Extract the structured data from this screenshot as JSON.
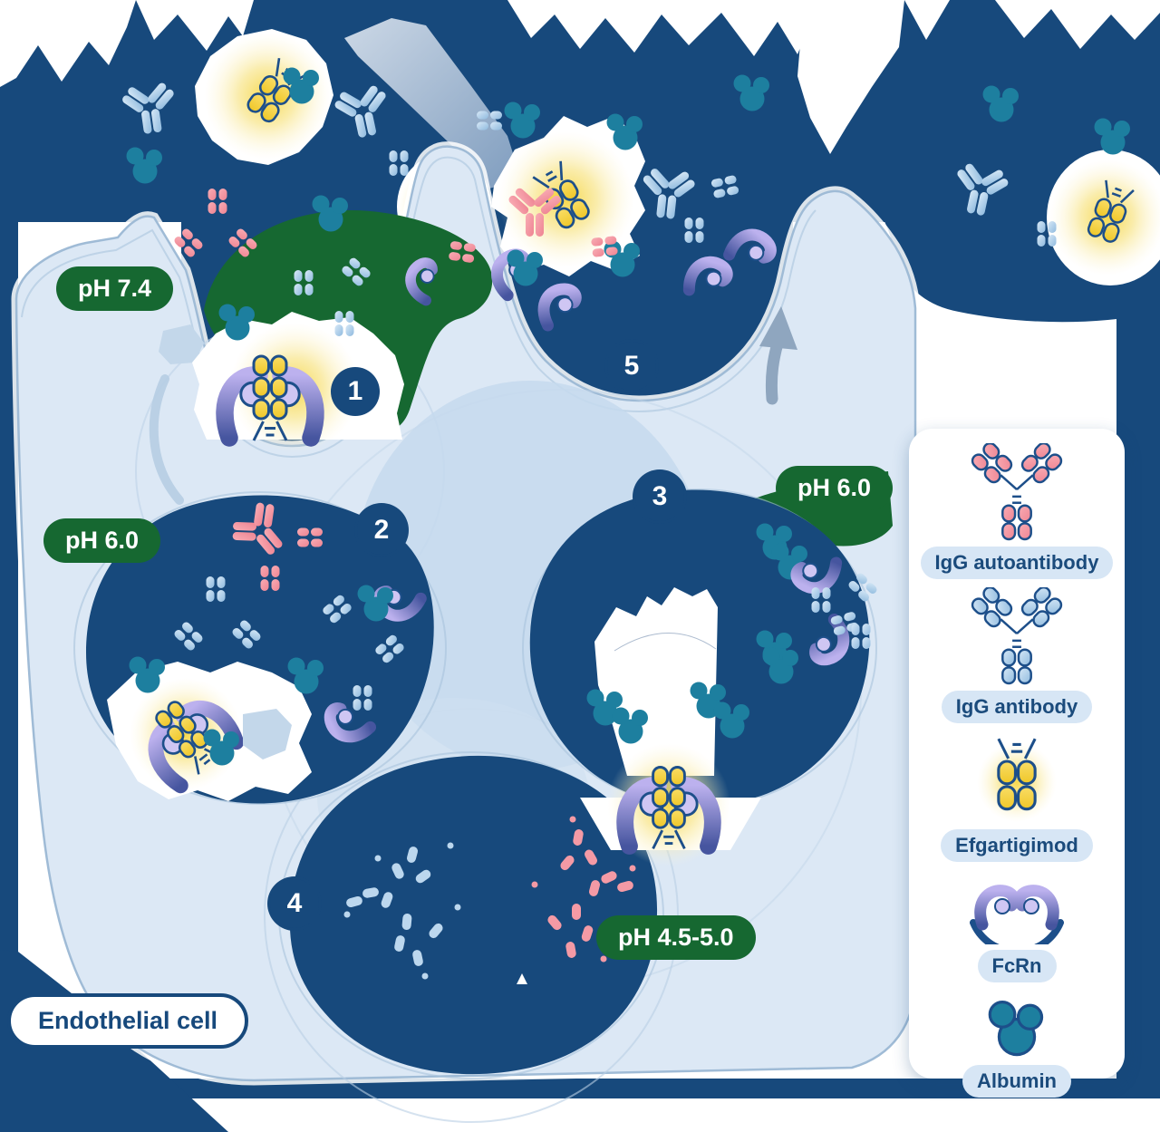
{
  "figure": {
    "cell_label": "Endothelial cell",
    "ph_labels": [
      {
        "step": 1,
        "text": "pH 7.4"
      },
      {
        "step": 2,
        "text": "pH 6.0"
      },
      {
        "step": 3,
        "text": "pH 6.0"
      },
      {
        "step": 4,
        "text": "pH 4.5-5.0"
      }
    ],
    "step_markers": [
      {
        "n": "1"
      },
      {
        "n": "2"
      },
      {
        "n": "3"
      },
      {
        "n": "4"
      },
      {
        "n": "5"
      }
    ],
    "legend": {
      "items": [
        {
          "label": "IgG autoantibody",
          "icon": "igg-autoantibody-icon",
          "color": "#F2919E"
        },
        {
          "label": "IgG antibody",
          "icon": "igg-antibody-icon",
          "color": "#A6CBE8"
        },
        {
          "label": "Efgartigimod",
          "icon": "efgartigimod-icon",
          "color": "#F2CE3A"
        },
        {
          "label": "FcRn",
          "icon": "fcrn-icon",
          "color": "#AB9FE3"
        },
        {
          "label": "Albumin",
          "icon": "albumin-icon",
          "color": "#1C7F9F"
        }
      ]
    },
    "colors": {
      "extracellular": "#17497C",
      "cell": "#DCE8F5",
      "membrane": "#A9C3DC",
      "ph_green": "#166831",
      "pill_bg": "#D7E6F5",
      "pill_text": "#1B4B7C"
    }
  }
}
